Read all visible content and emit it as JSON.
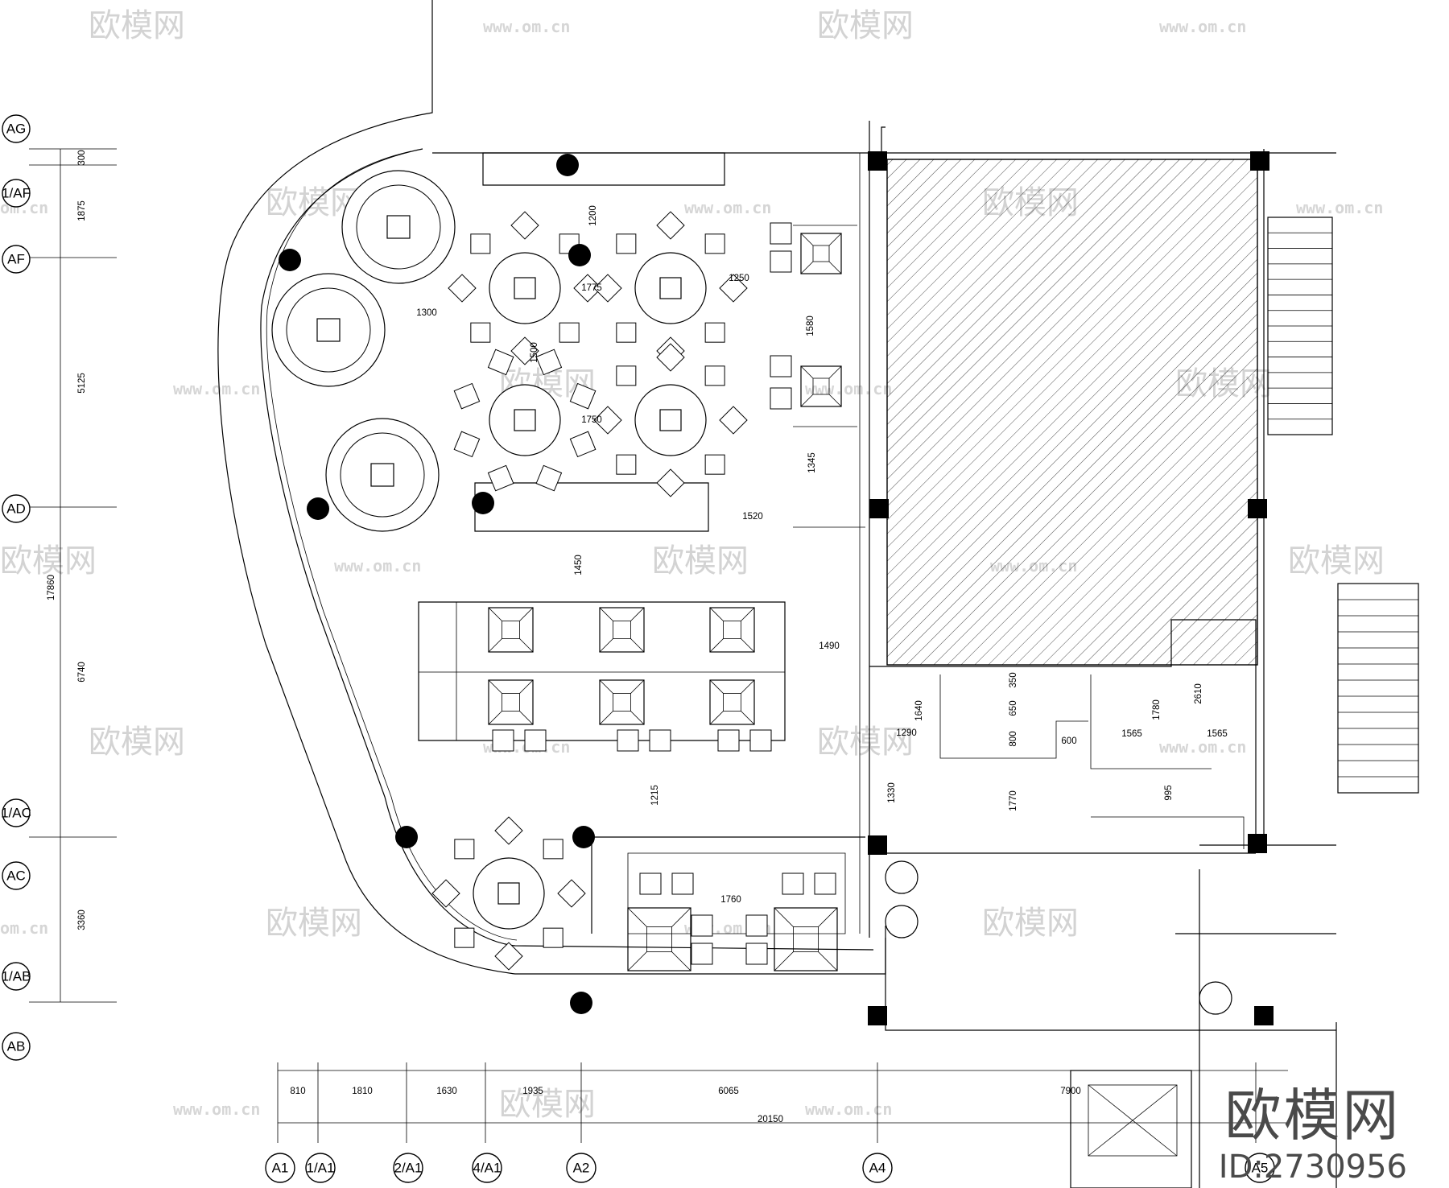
{
  "grid_rows": [
    "AG",
    "1/AF",
    "AF",
    "AD",
    "1/AC",
    "AC",
    "1/AB",
    "AB"
  ],
  "grid_cols": [
    "A1",
    "1/A1",
    "2/A1",
    "4/A1",
    "A2",
    "A4",
    "A5"
  ],
  "left_dims": [
    "300",
    "1875",
    "5125",
    "17860",
    "6740",
    "3360"
  ],
  "bottom_dims": [
    "810",
    "1810",
    "1630",
    "1935",
    "6065",
    "7900",
    "20150"
  ],
  "interior_dims": [
    "1200",
    "1775",
    "1250",
    "1300",
    "1500",
    "1580",
    "1750",
    "1345",
    "1520",
    "1450",
    "1490",
    "1640",
    "350",
    "650",
    "1290",
    "800",
    "600",
    "1780",
    "2610",
    "1565",
    "1565",
    "1215",
    "1330",
    "1770",
    "995",
    "1760"
  ],
  "watermark": {
    "name": "欧模网",
    "url": "www.om.cn",
    "url_short": "om.cn"
  },
  "brand": {
    "name": "欧模网",
    "id": "ID:2730956"
  }
}
